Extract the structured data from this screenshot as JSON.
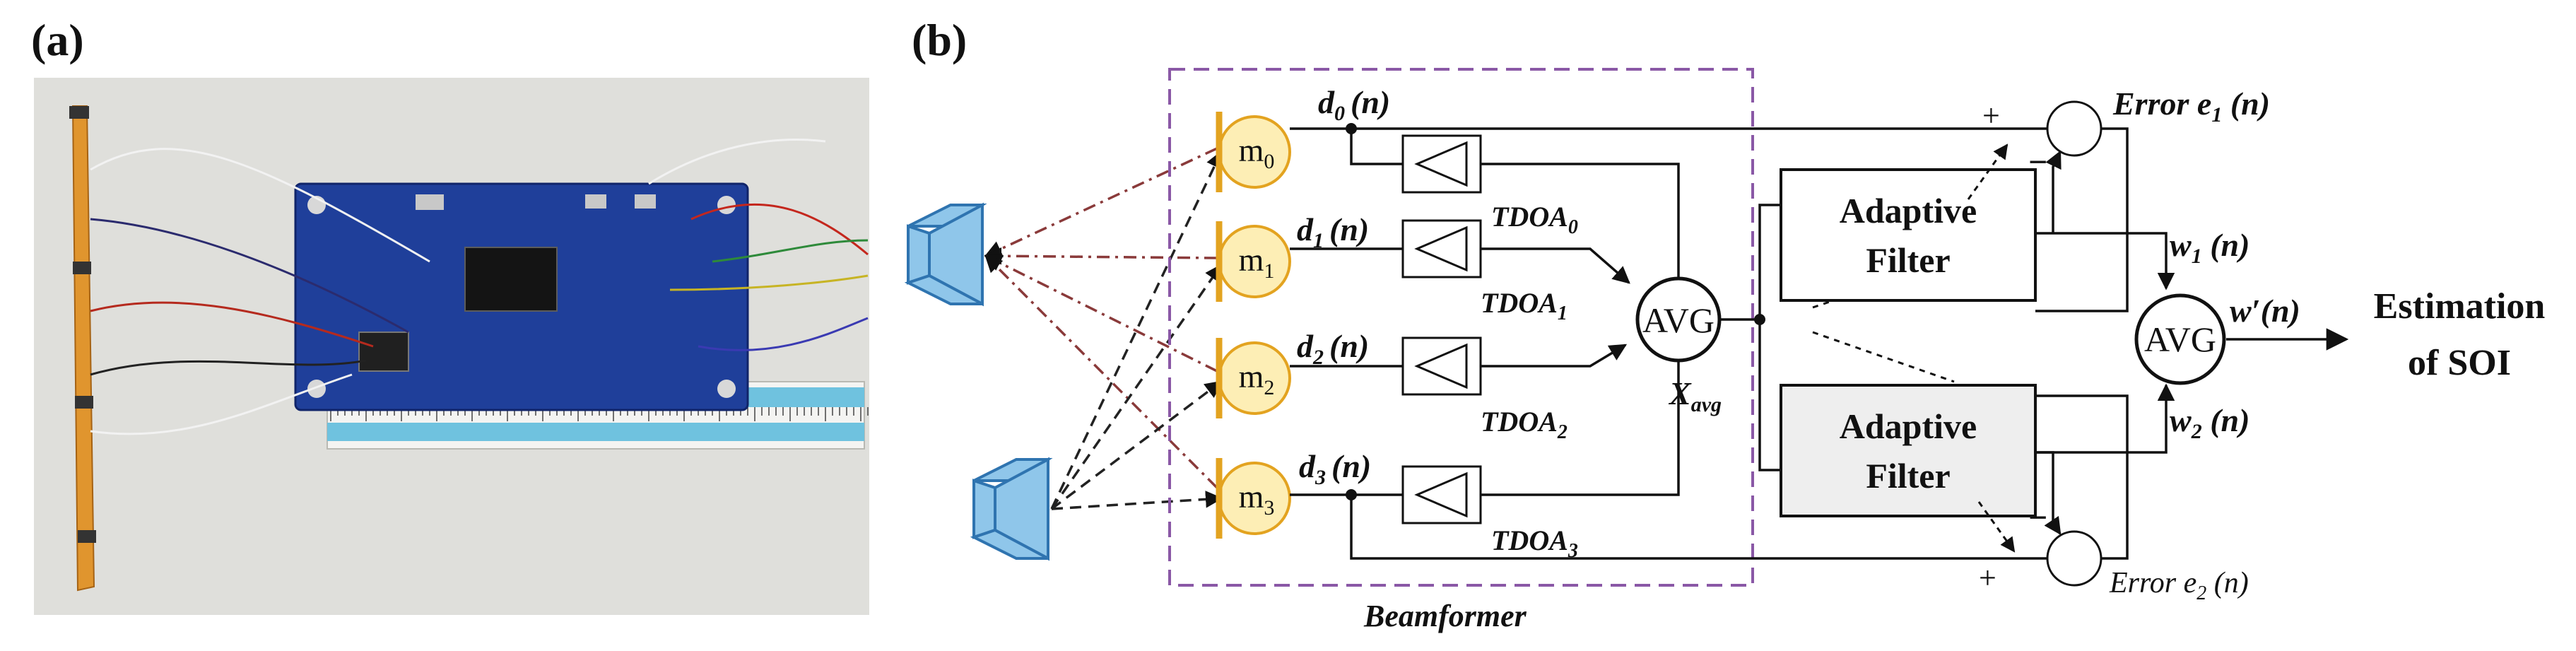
{
  "panels": {
    "a": "(a)",
    "b": "(b)"
  },
  "beamformer": {
    "label": "Beamformer",
    "mics": [
      {
        "name": "m",
        "sub": "0",
        "signal": "d",
        "signal_sub": "0",
        "arg": "(n)",
        "tdoa": "TDOA",
        "tdoa_sub": "0"
      },
      {
        "name": "m",
        "sub": "1",
        "signal": "d",
        "signal_sub": "1",
        "arg": "(n)",
        "tdoa": "TDOA",
        "tdoa_sub": "1"
      },
      {
        "name": "m",
        "sub": "2",
        "signal": "d",
        "signal_sub": "2",
        "arg": "(n)",
        "tdoa": "TDOA",
        "tdoa_sub": "2"
      },
      {
        "name": "m",
        "sub": "3",
        "signal": "d",
        "signal_sub": "3",
        "arg": "(n)",
        "tdoa": "TDOA",
        "tdoa_sub": "3"
      }
    ],
    "avg": "AVG",
    "xavg": "X",
    "xavg_sub": "avg"
  },
  "filters": {
    "top_line1": "Adaptive",
    "top_line2": "Filter",
    "bottom_line1": "Adaptive",
    "bottom_line2": "Filter"
  },
  "errors": {
    "e1_prefix": "Error ",
    "e1": "e",
    "e1_sub": "1",
    "e1_arg": " (n)",
    "e2_prefix": "Error ",
    "e2": "e",
    "e2_sub": "2",
    "e2_arg": " (n)",
    "plus": "+",
    "minus": "−"
  },
  "weights": {
    "w1": "w",
    "w1_sub": "1",
    "w1_arg": " (n)",
    "w2": "w",
    "w2_sub": "2",
    "w2_arg": " (n)",
    "w_out": "w′(n)"
  },
  "output_avg": "AVG",
  "output": {
    "line1": "Estimation",
    "line2": "of SOI"
  },
  "colors": {
    "mic_fill": "#fdeeb5",
    "mic_stroke": "#e3a320",
    "speaker_fill": "#8fc6ea",
    "speaker_stroke": "#2f74b0",
    "box_dashed": "#8a58a6",
    "filter_bottom_fill": "#eeeeee",
    "src1_lines": "#8a3a3a",
    "src2_lines": "#222222",
    "pcb": "#1f3f9a",
    "flex_pcb": "#e0952e",
    "ruler": "#6fc2df",
    "photo_bg": "#d9d9d4"
  }
}
